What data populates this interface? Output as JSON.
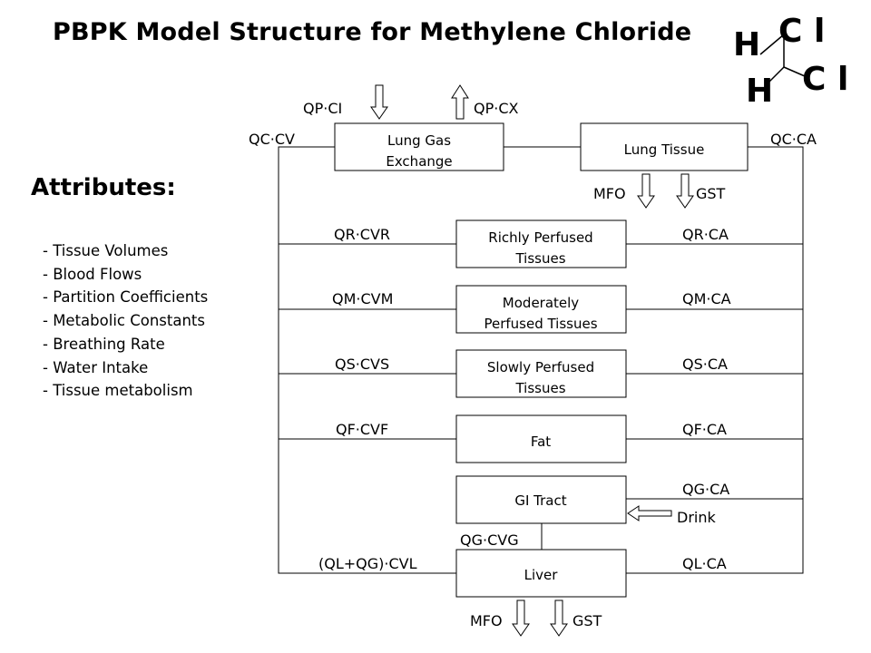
{
  "title": "PBPK Model Structure for Methylene Chloride",
  "attributes": {
    "heading": "Attributes:",
    "items": [
      "-  Tissue Volumes",
      "-  Blood Flows",
      "-  Partition Coefficients",
      "-  Metabolic Constants",
      "-  Breathing Rate",
      "-  Water Intake",
      "-  Tissue metabolism"
    ]
  },
  "molecule": {
    "h_top": "H",
    "cl_top": "C l",
    "h_bottom": "H",
    "cl_bottom": "C l"
  },
  "boxes": {
    "lung_gas_line1": "Lung Gas",
    "lung_gas_line2": "Exchange",
    "lung_tissue": "Lung Tissue",
    "richly_line1": "Richly Perfused",
    "richly_line2": "Tissues",
    "moderately_line1": "Moderately",
    "moderately_line2": "Perfused Tissues",
    "slowly_line1": "Slowly Perfused",
    "slowly_line2": "Tissues",
    "fat": "Fat",
    "gi_tract": "GI Tract",
    "liver": "Liver"
  },
  "flows": {
    "qp_ci": "QP·CI",
    "qp_cx": "QP·CX",
    "qc_cv": "QC·CV",
    "qc_ca": "QC·CA",
    "lung_mfo": "MFO",
    "lung_gst": "GST",
    "qr_cvr": "QR·CVR",
    "qr_ca": "QR·CA",
    "qm_cvm": "QM·CVM",
    "qm_ca": "QM·CA",
    "qs_cvs": "QS·CVS",
    "qs_ca": "QS·CA",
    "qf_cvf": "QF·CVF",
    "qf_ca": "QF·CA",
    "qg_ca": "QG·CA",
    "drink": "Drink",
    "qg_cvg": "QG·CVG",
    "ql_qg_cvl": "(QL+QG)·CVL",
    "ql_ca": "QL·CA",
    "liver_mfo": "MFO",
    "liver_gst": "GST"
  }
}
